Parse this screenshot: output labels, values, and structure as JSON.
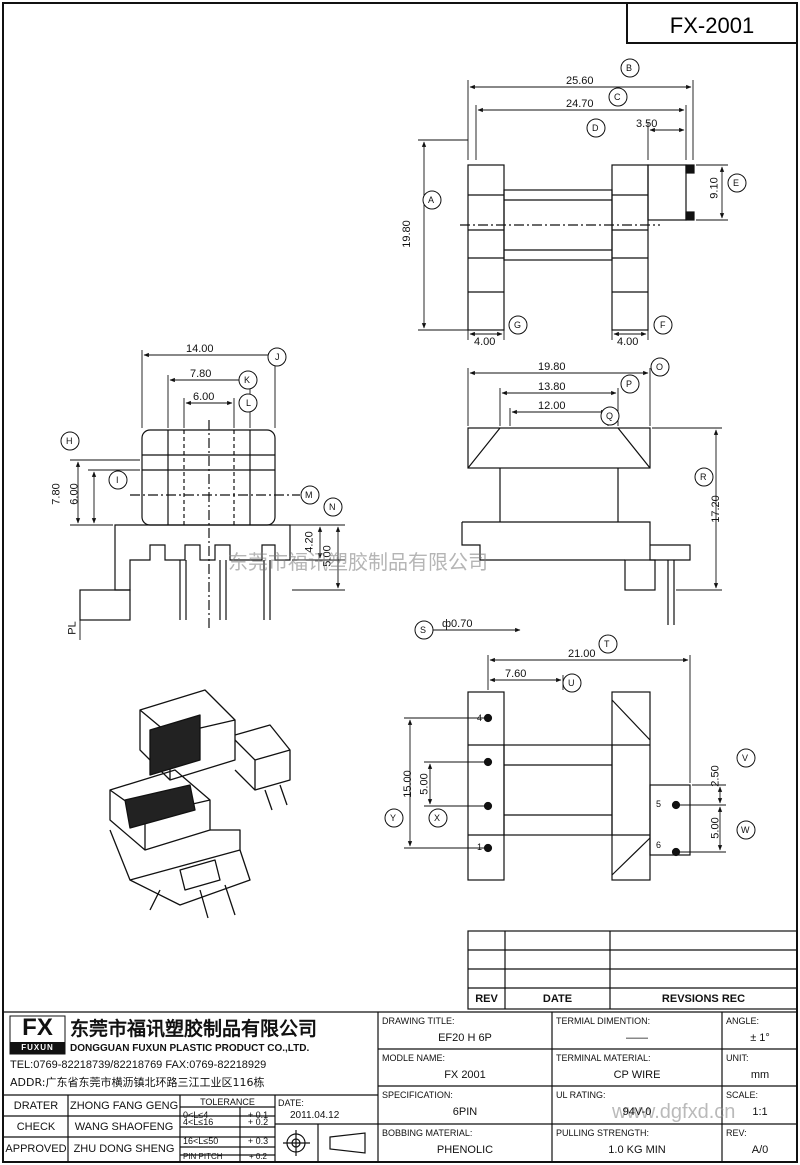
{
  "sheet": {
    "model": "FX-2001"
  },
  "watermark": {
    "text": "东莞市福讯塑胶制品有限公司",
    "url": "www.dgfxd.cn"
  },
  "top_view": {
    "dims": {
      "b": "25.60",
      "c": "24.70",
      "d": "3.50",
      "e": "9.10",
      "a": "19.80",
      "g": "4.00",
      "f": "4.00"
    },
    "tags": {
      "a": "A",
      "b": "B",
      "c": "C",
      "d": "D",
      "e": "E",
      "f": "F",
      "g": "G"
    }
  },
  "side_view": {
    "dims": {
      "j": "14.00",
      "k": "7.80",
      "l": "6.00",
      "h": "7.80",
      "i": "6.00",
      "m": "4.20",
      "n": "5.00",
      "pl": "PL"
    },
    "tags": {
      "h": "H",
      "i": "I",
      "j": "J",
      "k": "K",
      "l": "L",
      "m": "M",
      "n": "N"
    }
  },
  "front_view": {
    "dims": {
      "o": "19.80",
      "p": "13.80",
      "q": "12.00",
      "r": "17.20",
      "s": "ф0.70"
    },
    "tags": {
      "o": "O",
      "p": "P",
      "q": "Q",
      "r": "R",
      "s": "S"
    }
  },
  "bottom_view": {
    "dims": {
      "t": "21.00",
      "u": "7.60",
      "v": "2.50",
      "w": "5.00",
      "x": "5.00",
      "y": "15.00"
    },
    "tags": {
      "t": "T",
      "u": "U",
      "v": "V",
      "w": "W",
      "x": "X",
      "y": "Y"
    },
    "pins": [
      "4",
      "1",
      "5",
      "6"
    ]
  },
  "revision": {
    "headers": [
      "REV",
      "DATE",
      "REVSIONS REC"
    ]
  },
  "company": {
    "logo": "FX",
    "logo_sub": "FUXUN",
    "name_cn": "东莞市福讯塑胶制品有限公司",
    "name_en": "DONGGUAN FUXUN PLASTIC PRODUCT CO.,LTD.",
    "tel": "TEL:0769-82218739/82218769 FAX:0769-82218929",
    "addr": "ADDR:广东省东莞市横沥镇北环路三江工业区116栋"
  },
  "staff": [
    {
      "role": "DRATER",
      "name": "ZHONG FANG GENG"
    },
    {
      "role": "CHECK",
      "name": "WANG SHAOFENG"
    },
    {
      "role": "APPROVED",
      "name": "ZHU DONG SHENG"
    }
  ],
  "tolerance": {
    "title": "TOLERANCE",
    "rows": [
      {
        "range": "0<L≤4",
        "value": "+ 0.1"
      },
      {
        "range": "4<L≤16",
        "value": "+ 0.2"
      },
      {
        "range": "16<L≤50",
        "value": "+ 0.3"
      },
      {
        "range": "PIN PITCH",
        "value": "+ 0.2"
      }
    ]
  },
  "date": {
    "label": "DATE:",
    "value": "2011.04.12"
  },
  "fields": {
    "drawing_title": {
      "label": "DRAWING TITLE:",
      "value": "EF20 H 6P"
    },
    "model_name": {
      "label": "MODLE NAME:",
      "value": "FX 2001"
    },
    "specification": {
      "label": "SPECIFICATION:",
      "value": "6PIN"
    },
    "bobbing_material": {
      "label": "BOBBING MATERIAL:",
      "value": "PHENOLIC"
    },
    "terminal_dimension": {
      "label": "TERMIAL DIMENTION:",
      "value": "——"
    },
    "terminal_material": {
      "label": "TERMINAL MATERIAL:",
      "value": "CP WIRE"
    },
    "ul_rating": {
      "label": "UL RATING:",
      "value": "94V-0"
    },
    "pulling_strength": {
      "label": "PULLING STRENGTH:",
      "value": "1.0 KG MIN"
    },
    "angle": {
      "label": "ANGLE:",
      "value": "± 1°"
    },
    "unit": {
      "label": "UNIT:",
      "value": "mm"
    },
    "scale": {
      "label": "SCALE:",
      "value": "1:1"
    },
    "rev": {
      "label": "REV:",
      "value": "A/0"
    }
  }
}
